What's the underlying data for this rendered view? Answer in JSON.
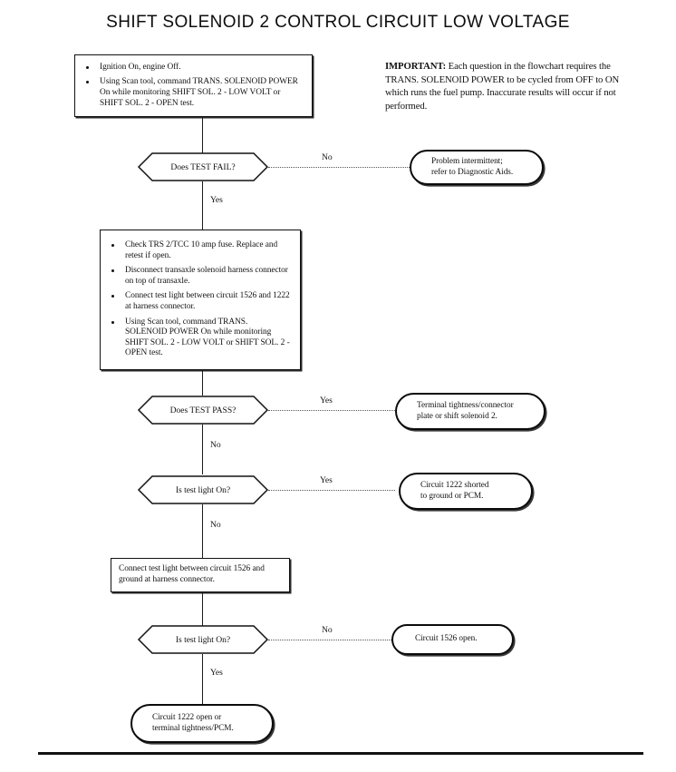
{
  "title": "SHIFT SOLENOID 2 CONTROL CIRCUIT LOW VOLTAGE",
  "important_note": {
    "label": "IMPORTANT:",
    "text": " Each question in the flowchart requires the TRANS. SOLENOID POWER to be cycled from OFF to ON which runs the fuel pump. Inaccurate results will occur if not performed."
  },
  "steps": {
    "initial_conditions": {
      "bullets": [
        "Ignition On, engine Off.",
        "Using Scan tool, command TRANS. SOLENOID POWER On while monitoring SHIFT SOL. 2 - LOW VOLT or SHIFT SOL. 2 - OPEN test."
      ]
    },
    "diagnostic_actions": {
      "bullets": [
        "Check TRS 2/TCC 10 amp fuse. Replace and retest if open.",
        "Disconnect transaxle solenoid harness connector on top of transaxle.",
        "Connect test light between circuit 1526 and 1222 at harness connector.",
        "Using Scan tool, command TRANS. SOLENOID POWER On while monitoring SHIFT SOL. 2 - LOW VOLT or SHIFT SOL. 2 - OPEN test."
      ]
    },
    "connect_ground": {
      "text": "Connect test light between circuit 1526 and ground at harness connector."
    }
  },
  "decisions": {
    "test_fail": {
      "question": "Does TEST FAIL?",
      "branch_side": "No",
      "branch_down": "Yes"
    },
    "test_pass": {
      "question": "Does TEST PASS?",
      "branch_side": "Yes",
      "branch_down": "No"
    },
    "test_light_1": {
      "question": "Is test light On?",
      "branch_side": "Yes",
      "branch_down": "No"
    },
    "test_light_2": {
      "question": "Is test light On?",
      "branch_side": "No",
      "branch_down": "Yes"
    }
  },
  "terminators": {
    "intermittent": {
      "line1": "Problem intermittent;",
      "line2": "refer to Diagnostic Aids."
    },
    "terminal_tightness": {
      "line1": "Terminal tightness/connector",
      "line2": "plate or shift solenoid 2."
    },
    "shorted_1222": {
      "line1": "Circuit 1222 shorted",
      "line2": "to ground or PCM."
    },
    "open_1526": {
      "line1": "Circuit 1526 open."
    },
    "open_1222": {
      "line1": "Circuit 1222 open or",
      "line2": "terminal tightness/PCM."
    }
  },
  "colors": {
    "ink": "#111111",
    "rule": "#111111",
    "dotted": "#565656"
  }
}
